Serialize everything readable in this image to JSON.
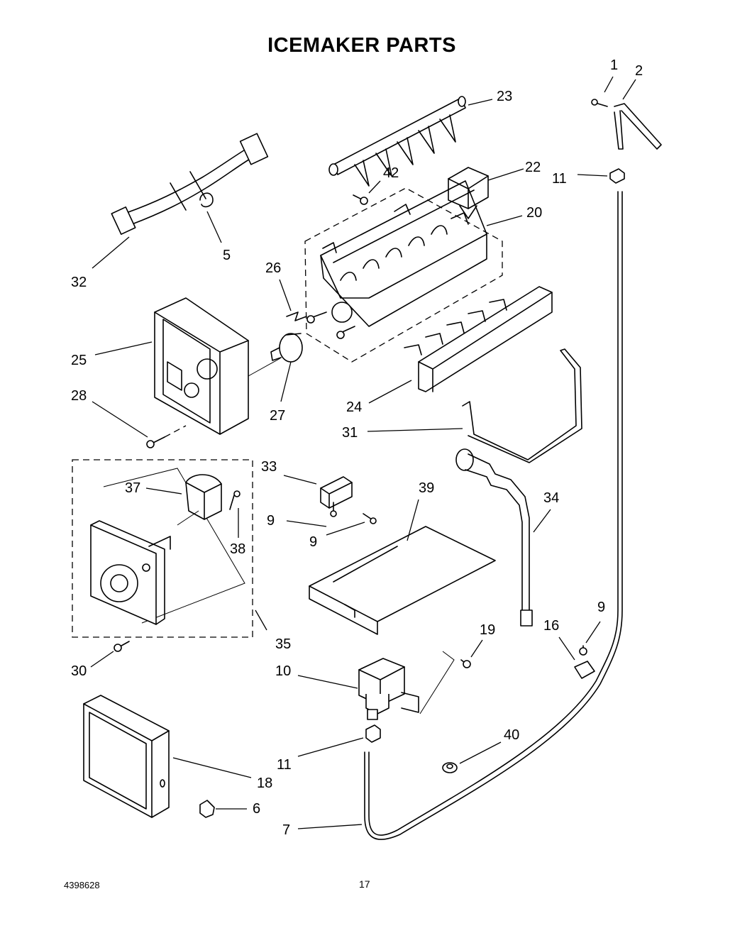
{
  "title": "ICEMAKER PARTS",
  "doc_number": "4398628",
  "page_number": "17",
  "callouts": {
    "c1": "1",
    "c2": "2",
    "c23": "23",
    "c42": "42",
    "c22": "22",
    "c11a": "11",
    "c20": "20",
    "c32": "32",
    "c5": "5",
    "c26": "26",
    "c25": "25",
    "c27": "27",
    "c24": "24",
    "c28": "28",
    "c31": "31",
    "c33": "33",
    "c39": "39",
    "c37": "37",
    "c34": "34",
    "c9a": "9",
    "c38": "38",
    "c9b": "9",
    "c9c": "9",
    "c19": "19",
    "c16": "16",
    "c35": "35",
    "c10": "10",
    "c30": "30",
    "c40": "40",
    "c11b": "11",
    "c18": "18",
    "c6": "6",
    "c7": "7"
  }
}
